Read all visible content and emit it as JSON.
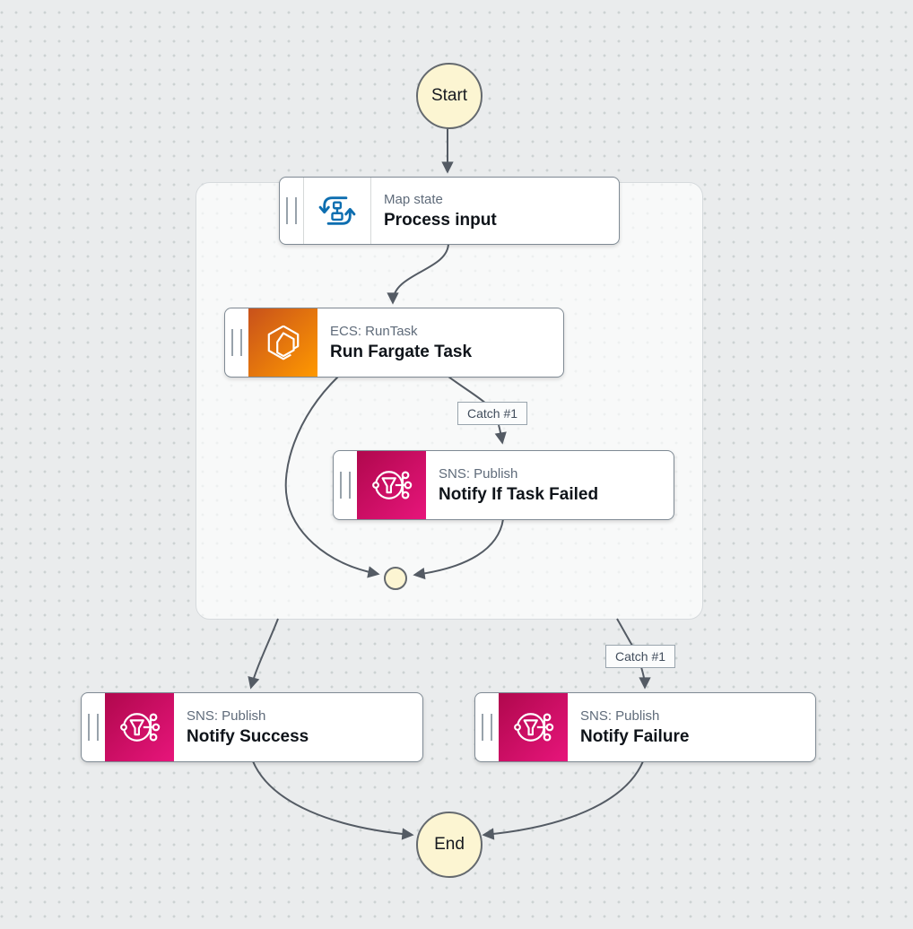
{
  "workflow": {
    "terminals": {
      "start": "Start",
      "end": "End"
    },
    "nodes": {
      "map": {
        "type_label": "Map state",
        "title": "Process input",
        "icon": "map-loop-icon"
      },
      "ecs": {
        "type_label": "ECS: RunTask",
        "title": "Run Fargate Task",
        "icon": "ecs-hexagon-icon"
      },
      "sns_catch": {
        "type_label": "SNS: Publish",
        "title": "Notify If Task Failed",
        "icon": "sns-publish-icon"
      },
      "sns_success": {
        "type_label": "SNS: Publish",
        "title": "Notify Success",
        "icon": "sns-publish-icon"
      },
      "sns_failure": {
        "type_label": "SNS: Publish",
        "title": "Notify Failure",
        "icon": "sns-publish-icon"
      }
    },
    "edge_labels": {
      "catch_inner": "Catch #1",
      "catch_outer": "Catch #1"
    },
    "colors": {
      "background": "#eaeced",
      "grid_dot": "#ccd2d2",
      "edge": "#545b64",
      "node_border": "#7f8a94",
      "terminal_fill": "#fcf5d2",
      "terminal_border": "#64696e",
      "map_icon_blue": "#0d6eb0",
      "ecs_gradient": [
        "#c8511b",
        "#ff9900"
      ],
      "sns_gradient": [
        "#b0084d",
        "#e7157b"
      ],
      "type_label_text": "#5f6b7a",
      "title_text": "#0f141a"
    }
  }
}
